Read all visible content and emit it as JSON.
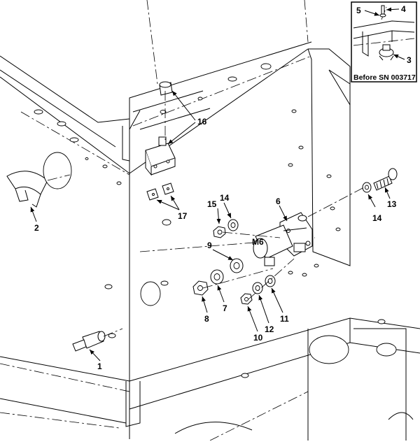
{
  "diagram": {
    "callouts": {
      "c1": "1",
      "c2": "2",
      "c3": "3",
      "c4": "4",
      "c5": "5",
      "c6": "6",
      "c7": "7",
      "c8": "8",
      "c9": "9",
      "c10": "10",
      "c11": "11",
      "c12": "12",
      "c13": "13",
      "c14a": "14",
      "c14b": "14",
      "c15": "15",
      "c16": "16",
      "c17": "17"
    },
    "part_label": "M6",
    "inset_caption": "Before SN 003717"
  }
}
